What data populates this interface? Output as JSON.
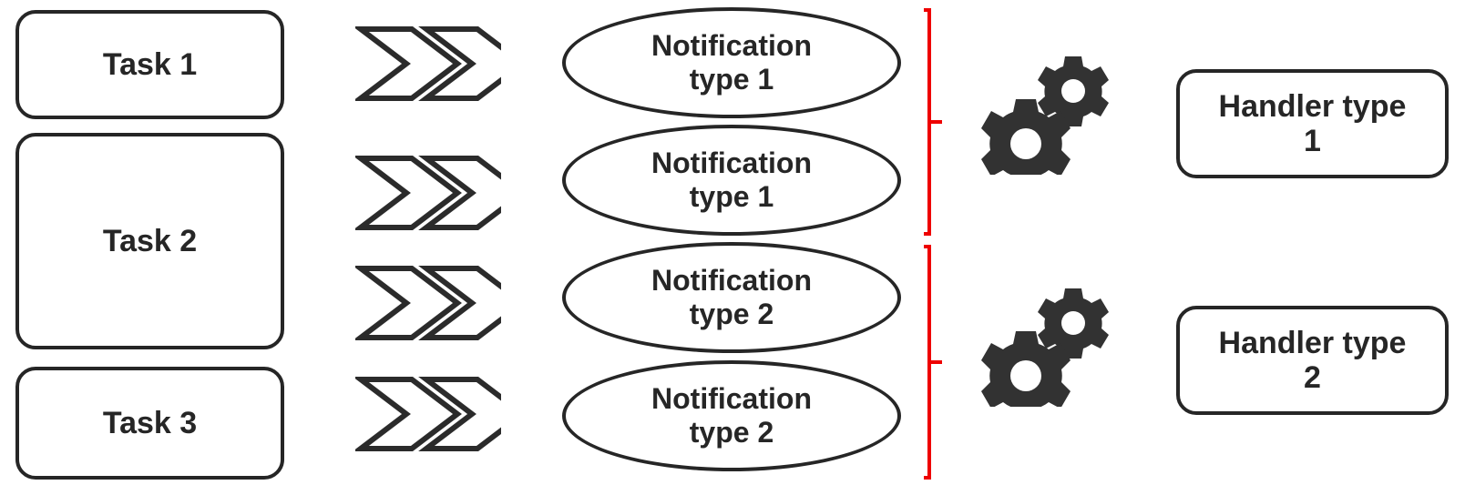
{
  "diagram": {
    "title": "Task to notification to handler routing diagram",
    "colors": {
      "stroke": "#262626",
      "bracket": "#ee0000",
      "background": "#ffffff"
    },
    "tasks": [
      {
        "label": "Task 1"
      },
      {
        "label": "Task 2"
      },
      {
        "label": "Task 3"
      }
    ],
    "arrows": [
      {
        "name": "double-chevron-1"
      },
      {
        "name": "double-chevron-2"
      },
      {
        "name": "double-chevron-3"
      },
      {
        "name": "double-chevron-4"
      }
    ],
    "notifications": [
      {
        "line1": "Notification",
        "line2": "type 1"
      },
      {
        "line1": "Notification",
        "line2": "type 1"
      },
      {
        "line1": "Notification",
        "line2": "type 2"
      },
      {
        "line1": "Notification",
        "line2": "type 2"
      }
    ],
    "brackets": [
      {
        "name": "group-bracket-type-1"
      },
      {
        "name": "group-bracket-type-2"
      }
    ],
    "gears": [
      {
        "name": "gears-icon-1"
      },
      {
        "name": "gears-icon-2"
      }
    ],
    "handlers": [
      {
        "line1": "Handler type",
        "line2": "1"
      },
      {
        "line1": "Handler type",
        "line2": "2"
      }
    ]
  }
}
